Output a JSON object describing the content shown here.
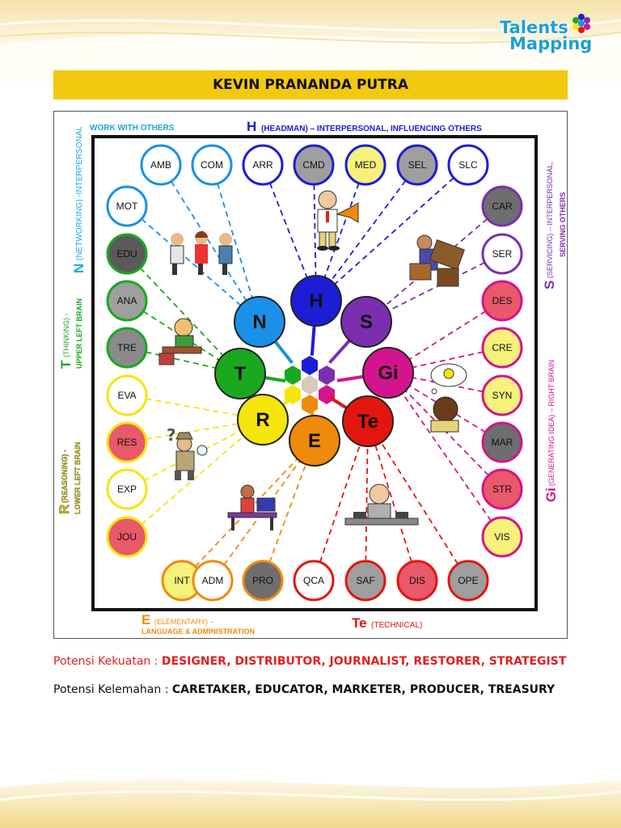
{
  "logo": {
    "line1": "Talents",
    "line2": "Mapping"
  },
  "title": "KEVIN PRANANDA PUTRA",
  "diagram": {
    "labels": {
      "work_with_others": "WORK WITH OTHERS",
      "h_letter": "H",
      "h_desc": "(HEADMAN) – INTERPERSONAL, INFLUENCING OTHERS",
      "n_letter": "N",
      "n_desc": "(NETWORKING) -INTERPERSONAL",
      "t_letter": "T",
      "t_desc1": "(THINKING) -",
      "t_desc2": "UPPER LEFT BRAIN",
      "r_letter": "R",
      "r_desc1": "(REASONING) -",
      "r_desc2": "LOWER LEFT BRAIN",
      "s_letter": "S",
      "s_desc1": "(SERVICING) – INTERPERSONAL,",
      "s_desc2": "SERVING OTHERS",
      "gi_letter": "Gi",
      "gi_desc": "(GENERATING IDEA) – RIGHT BRAIN",
      "e_letter": "E",
      "e_desc1": "(ELEMENTARY) –",
      "e_desc2": "LANGUAGE & ADMINISTRATION",
      "te_letter": "Te",
      "te_desc": "(TECHNICAL)"
    },
    "center": [
      {
        "label": "H",
        "color": "#1d1dd6"
      },
      {
        "label": "S",
        "color": "#7b2fb0"
      },
      {
        "label": "Gi",
        "color": "#d4148e"
      },
      {
        "label": "Te",
        "color": "#e3160f"
      },
      {
        "label": "E",
        "color": "#f08a0a"
      },
      {
        "label": "R",
        "color": "#f5e50a"
      },
      {
        "label": "T",
        "color": "#1aa81e"
      },
      {
        "label": "N",
        "color": "#1a90e8"
      }
    ],
    "talents": [
      {
        "code": "AMB",
        "fill": "#ffffff",
        "ring": "#1a90e8"
      },
      {
        "code": "COM",
        "fill": "#ffffff",
        "ring": "#1a90e8"
      },
      {
        "code": "ARR",
        "fill": "#ffffff",
        "ring": "#1d1dd6"
      },
      {
        "code": "CMD",
        "fill": "#9e9e9e",
        "ring": "#1d1dd6"
      },
      {
        "code": "MED",
        "fill": "#f5f17a",
        "ring": "#1d1dd6"
      },
      {
        "code": "SEL",
        "fill": "#9e9e9e",
        "ring": "#1d1dd6"
      },
      {
        "code": "SLC",
        "fill": "#ffffff",
        "ring": "#1d1dd6"
      },
      {
        "code": "MOT",
        "fill": "#ffffff",
        "ring": "#1a90e8"
      },
      {
        "code": "EDU",
        "fill": "#5a5a5a",
        "ring": "#1aa81e"
      },
      {
        "code": "ANA",
        "fill": "#9e9e9e",
        "ring": "#1aa81e"
      },
      {
        "code": "TRE",
        "fill": "#8a8a8a",
        "ring": "#1aa81e"
      },
      {
        "code": "EVA",
        "fill": "#ffffff",
        "ring": "#f5e50a"
      },
      {
        "code": "RES",
        "fill": "#e8596a",
        "ring": "#f5e50a"
      },
      {
        "code": "EXP",
        "fill": "#ffffff",
        "ring": "#f5e50a"
      },
      {
        "code": "JOU",
        "fill": "#e8596a",
        "ring": "#f5e50a"
      },
      {
        "code": "CAR",
        "fill": "#6e6e6e",
        "ring": "#7b2fb0"
      },
      {
        "code": "SER",
        "fill": "#ffffff",
        "ring": "#7b2fb0"
      },
      {
        "code": "DES",
        "fill": "#e8596a",
        "ring": "#d4148e"
      },
      {
        "code": "CRE",
        "fill": "#f5f17a",
        "ring": "#d4148e"
      },
      {
        "code": "SYN",
        "fill": "#f5f17a",
        "ring": "#d4148e"
      },
      {
        "code": "MAR",
        "fill": "#6e6e6e",
        "ring": "#d4148e"
      },
      {
        "code": "STR",
        "fill": "#e8596a",
        "ring": "#d4148e"
      },
      {
        "code": "VIS",
        "fill": "#f5f17a",
        "ring": "#d4148e"
      },
      {
        "code": "INT",
        "fill": "#f5f17a",
        "ring": "#f08a0a"
      },
      {
        "code": "ADM",
        "fill": "#ffffff",
        "ring": "#f08a0a"
      },
      {
        "code": "PRO",
        "fill": "#6e6e6e",
        "ring": "#f08a0a"
      },
      {
        "code": "QCA",
        "fill": "#ffffff",
        "ring": "#e3160f"
      },
      {
        "code": "SAF",
        "fill": "#9e9e9e",
        "ring": "#e3160f"
      },
      {
        "code": "DIS",
        "fill": "#e8596a",
        "ring": "#e3160f"
      },
      {
        "code": "OPE",
        "fill": "#9e9e9e",
        "ring": "#e3160f"
      }
    ]
  },
  "potensi_kekuatan": {
    "label": "Potensi Kekuatan :",
    "value": "DESIGNER, DISTRIBUTOR, JOURNALIST, RESTORER, STRATEGIST"
  },
  "potensi_kelemahan": {
    "label": "Potensi Kelemahan :",
    "value": "CARETAKER, EDUCATOR, MARKETER, PRODUCER, TREASURY"
  },
  "colors": {
    "title_bar": "#f2c811",
    "strength_text": "#e41e1e",
    "brand_blue": "#1e9ed8"
  }
}
